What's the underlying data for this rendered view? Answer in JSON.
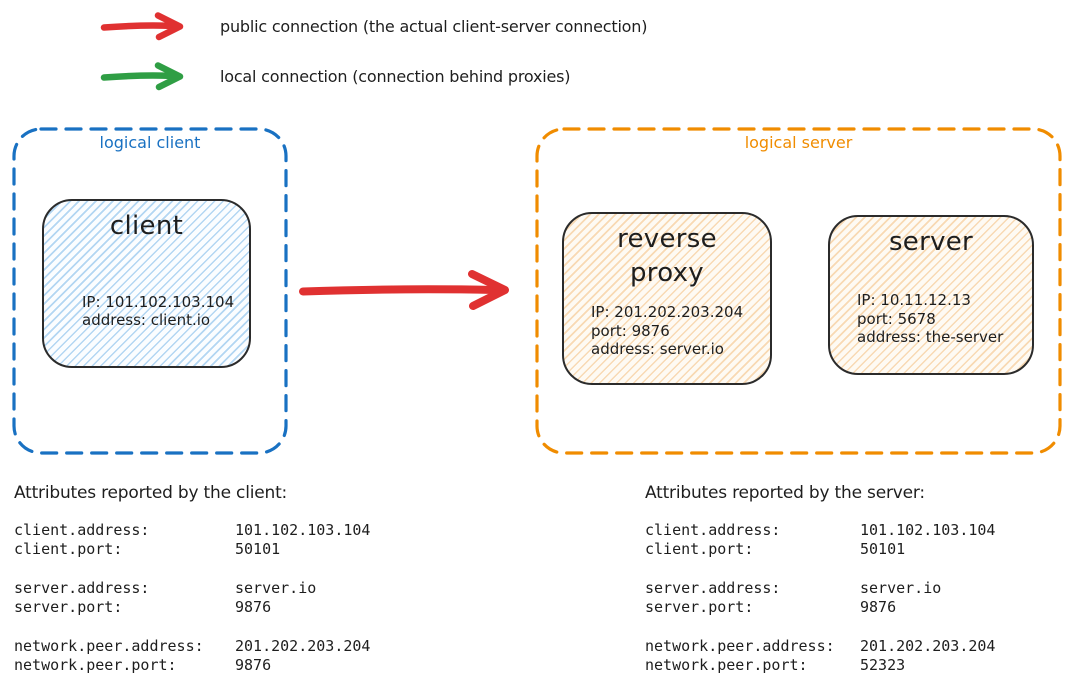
{
  "colors": {
    "public_arrow": "#e03131",
    "local_arrow": "#2f9e44",
    "logical_client_accent": "#1971c2",
    "logical_server_accent": "#f08c00",
    "ink": "#1e1e1e"
  },
  "legend": {
    "items": [
      {
        "kind": "public",
        "label": "public connection (the actual client-server connection)"
      },
      {
        "kind": "local",
        "label": "local connection (connection behind proxies)"
      }
    ]
  },
  "diagram": {
    "logical_client": {
      "label": "logical client",
      "nodes": [
        {
          "title": "client",
          "lines": [
            "IP: 101.102.103.104",
            "address: client.io"
          ]
        }
      ]
    },
    "logical_server": {
      "label": "logical server",
      "nodes": [
        {
          "title": "reverse proxy",
          "lines": [
            "IP: 201.202.203.204",
            "port: 9876",
            "address: server.io"
          ]
        },
        {
          "title": "server",
          "lines": [
            "IP: 10.11.12.13",
            "port: 5678",
            "address: the-server"
          ]
        }
      ]
    },
    "connection": {
      "kind": "public connection",
      "from": "client",
      "to": "logical server"
    }
  },
  "attributes": {
    "client": {
      "heading": "Attributes reported by the client:",
      "rows": [
        {
          "key": "client.address:",
          "value": "101.102.103.104"
        },
        {
          "key": "client.port:",
          "value": "50101"
        },
        {
          "key": "server.address:",
          "value": "server.io"
        },
        {
          "key": "server.port:",
          "value": "9876"
        },
        {
          "key": "network.peer.address:",
          "value": "201.202.203.204"
        },
        {
          "key": "network.peer.port:",
          "value": "9876"
        }
      ]
    },
    "server": {
      "heading": "Attributes reported by the server:",
      "rows": [
        {
          "key": "client.address:",
          "value": "101.102.103.104"
        },
        {
          "key": "client.port:",
          "value": "50101"
        },
        {
          "key": "server.address:",
          "value": "server.io"
        },
        {
          "key": "server.port:",
          "value": "9876"
        },
        {
          "key": "network.peer.address:",
          "value": "201.202.203.204"
        },
        {
          "key": "network.peer.port:",
          "value": "52323"
        }
      ]
    }
  }
}
